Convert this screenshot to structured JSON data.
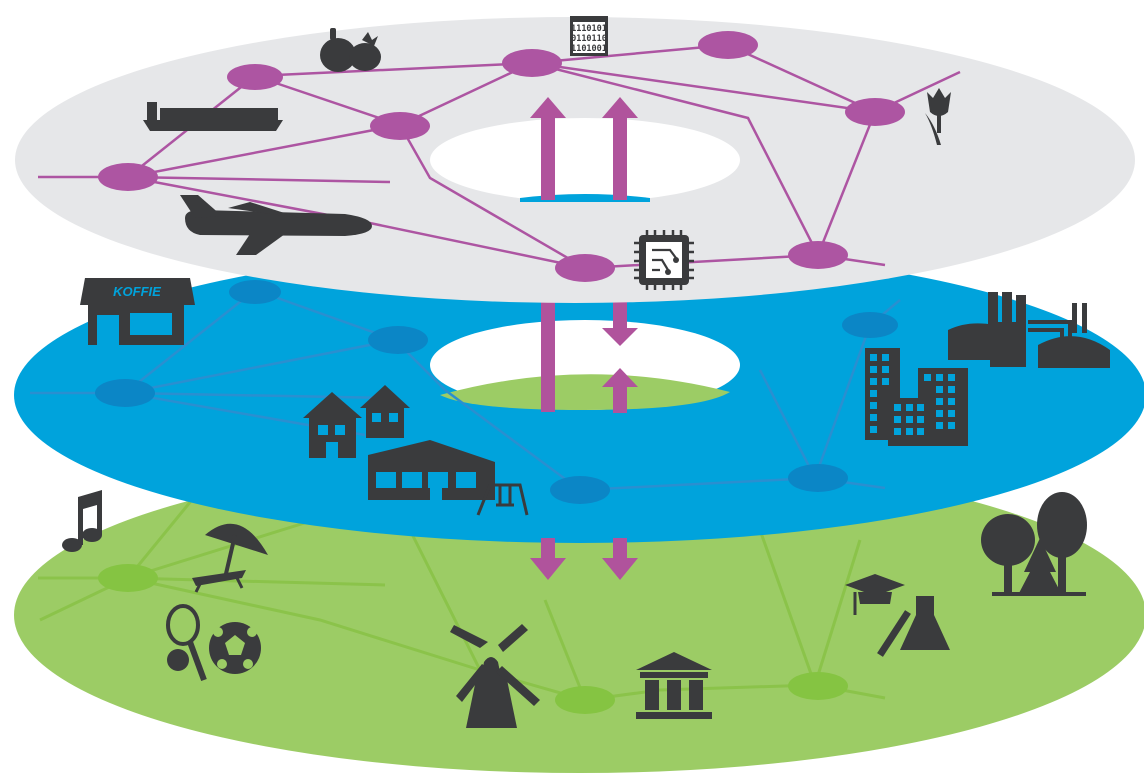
{
  "diagram": {
    "layers": [
      {
        "id": "physical-layer",
        "color": "#9ccc65",
        "node_color": "#85c442",
        "edge_color": "#8bc34a"
      },
      {
        "id": "urban-layer",
        "color": "#00a3dc",
        "node_color": "#0b86c6",
        "edge_color": "#2a8fd0"
      },
      {
        "id": "economic-layer",
        "color": "#e6e7e9",
        "node_color": "#ad55a2",
        "edge_color": "#ad55a2"
      }
    ],
    "hole_fill": "#ffffff",
    "arrow_color": "#b0539c",
    "icon_color": "#3a3b3d",
    "shop_sign": "KOFFIE",
    "binary_lines": [
      "1110101",
      "0110110",
      "1101001"
    ]
  }
}
